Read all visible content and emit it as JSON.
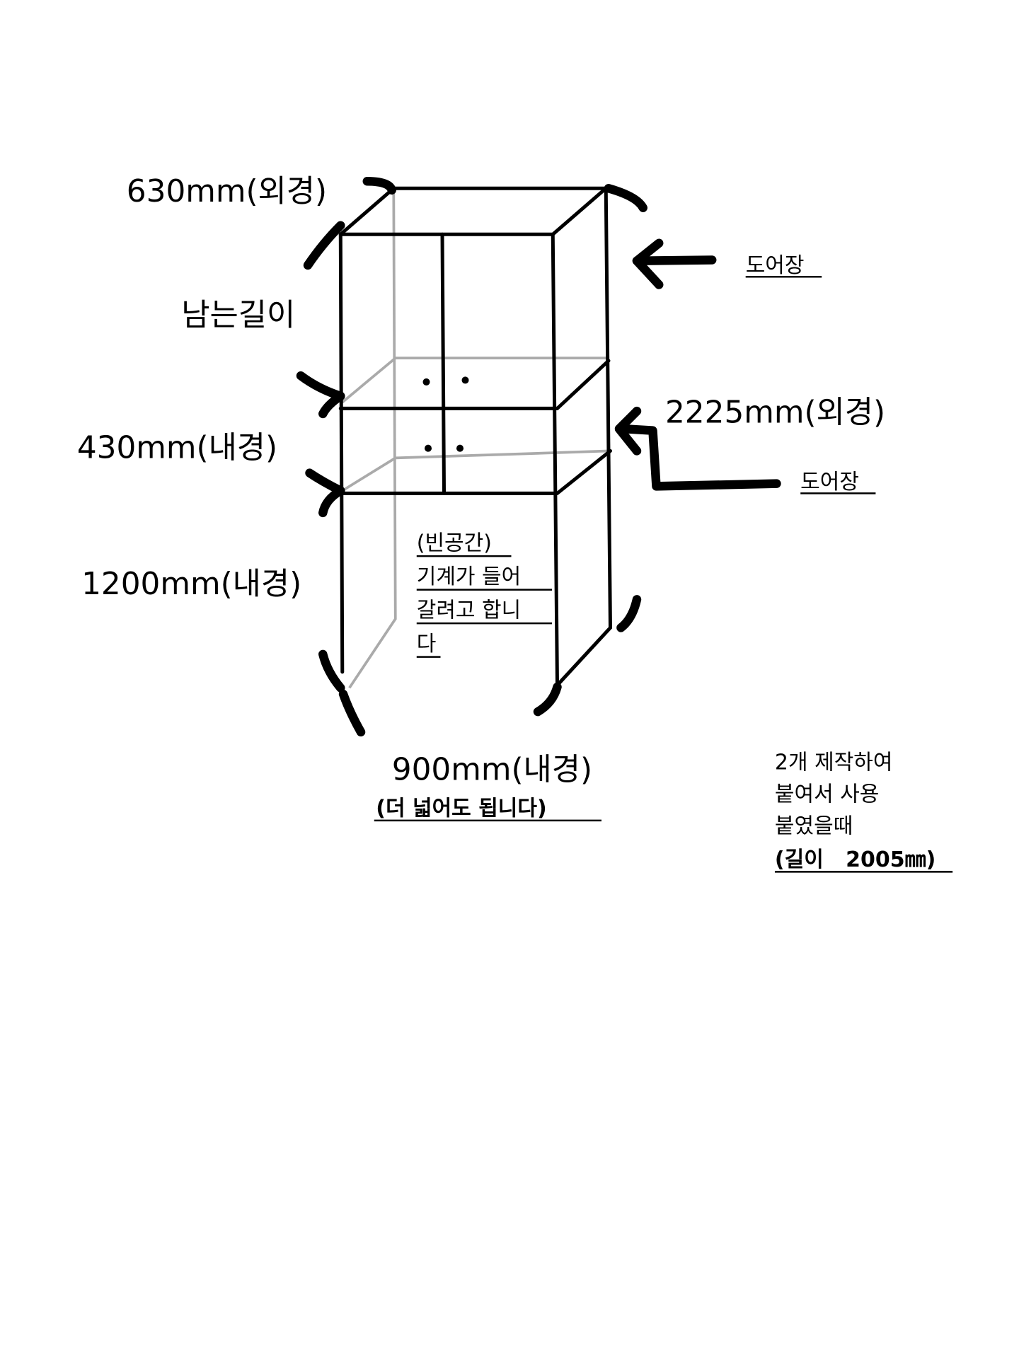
{
  "labels": {
    "top_depth": "630mm(외경)",
    "remaining_length": "남는길이",
    "middle_height": "430mm(내경)",
    "lower_height": "1200mm(내경)",
    "total_height": "2225mm(외경)",
    "door_cabinet_top": "도어장",
    "door_cabinet_middle": "도어장",
    "width": "900mm(내경)",
    "width_note": "(더 넓어도 됩니다)"
  },
  "empty_space_note": [
    "(빈공간)",
    "기계가 들어",
    "갈려고 합니",
    "다"
  ],
  "production_note": [
    "2개 제작하여",
    "붙여서 사용",
    "붙였을때",
    "(길이   2005㎜)"
  ]
}
